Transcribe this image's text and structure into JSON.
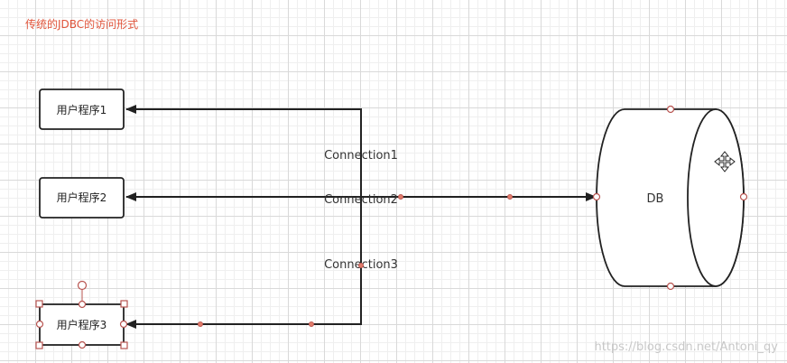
{
  "title": "传统的JDBC的访问形式",
  "programs": [
    "用户程序1",
    "用户程序2",
    "用户程序3"
  ],
  "connections": [
    "Connection1",
    "Connection2",
    "Connection3"
  ],
  "db_label": "DB",
  "watermark": "https://blog.csdn.net/Antoni_qy",
  "colors": {
    "title": "#e0543b",
    "line": "#222222",
    "handle": "#b85450",
    "watermark": "#cfcfcf"
  },
  "icons": {
    "move": "move-icon"
  }
}
